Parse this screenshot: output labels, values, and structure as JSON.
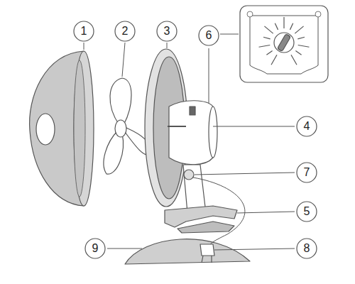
{
  "diagram": {
    "nodes": [
      {
        "text": [
          "1"
        ]
      },
      {
        "text": [
          "2"
        ]
      },
      {
        "text": [
          "3"
        ]
      },
      {
        "text": [
          "6"
        ]
      },
      {
        "text": [
          "4"
        ]
      },
      {
        "text": [
          "7"
        ]
      },
      {
        "text": [
          "5"
        ]
      },
      {
        "text": [
          "9"
        ]
      },
      {
        "text": [
          "8"
        ]
      }
    ]
  }
}
